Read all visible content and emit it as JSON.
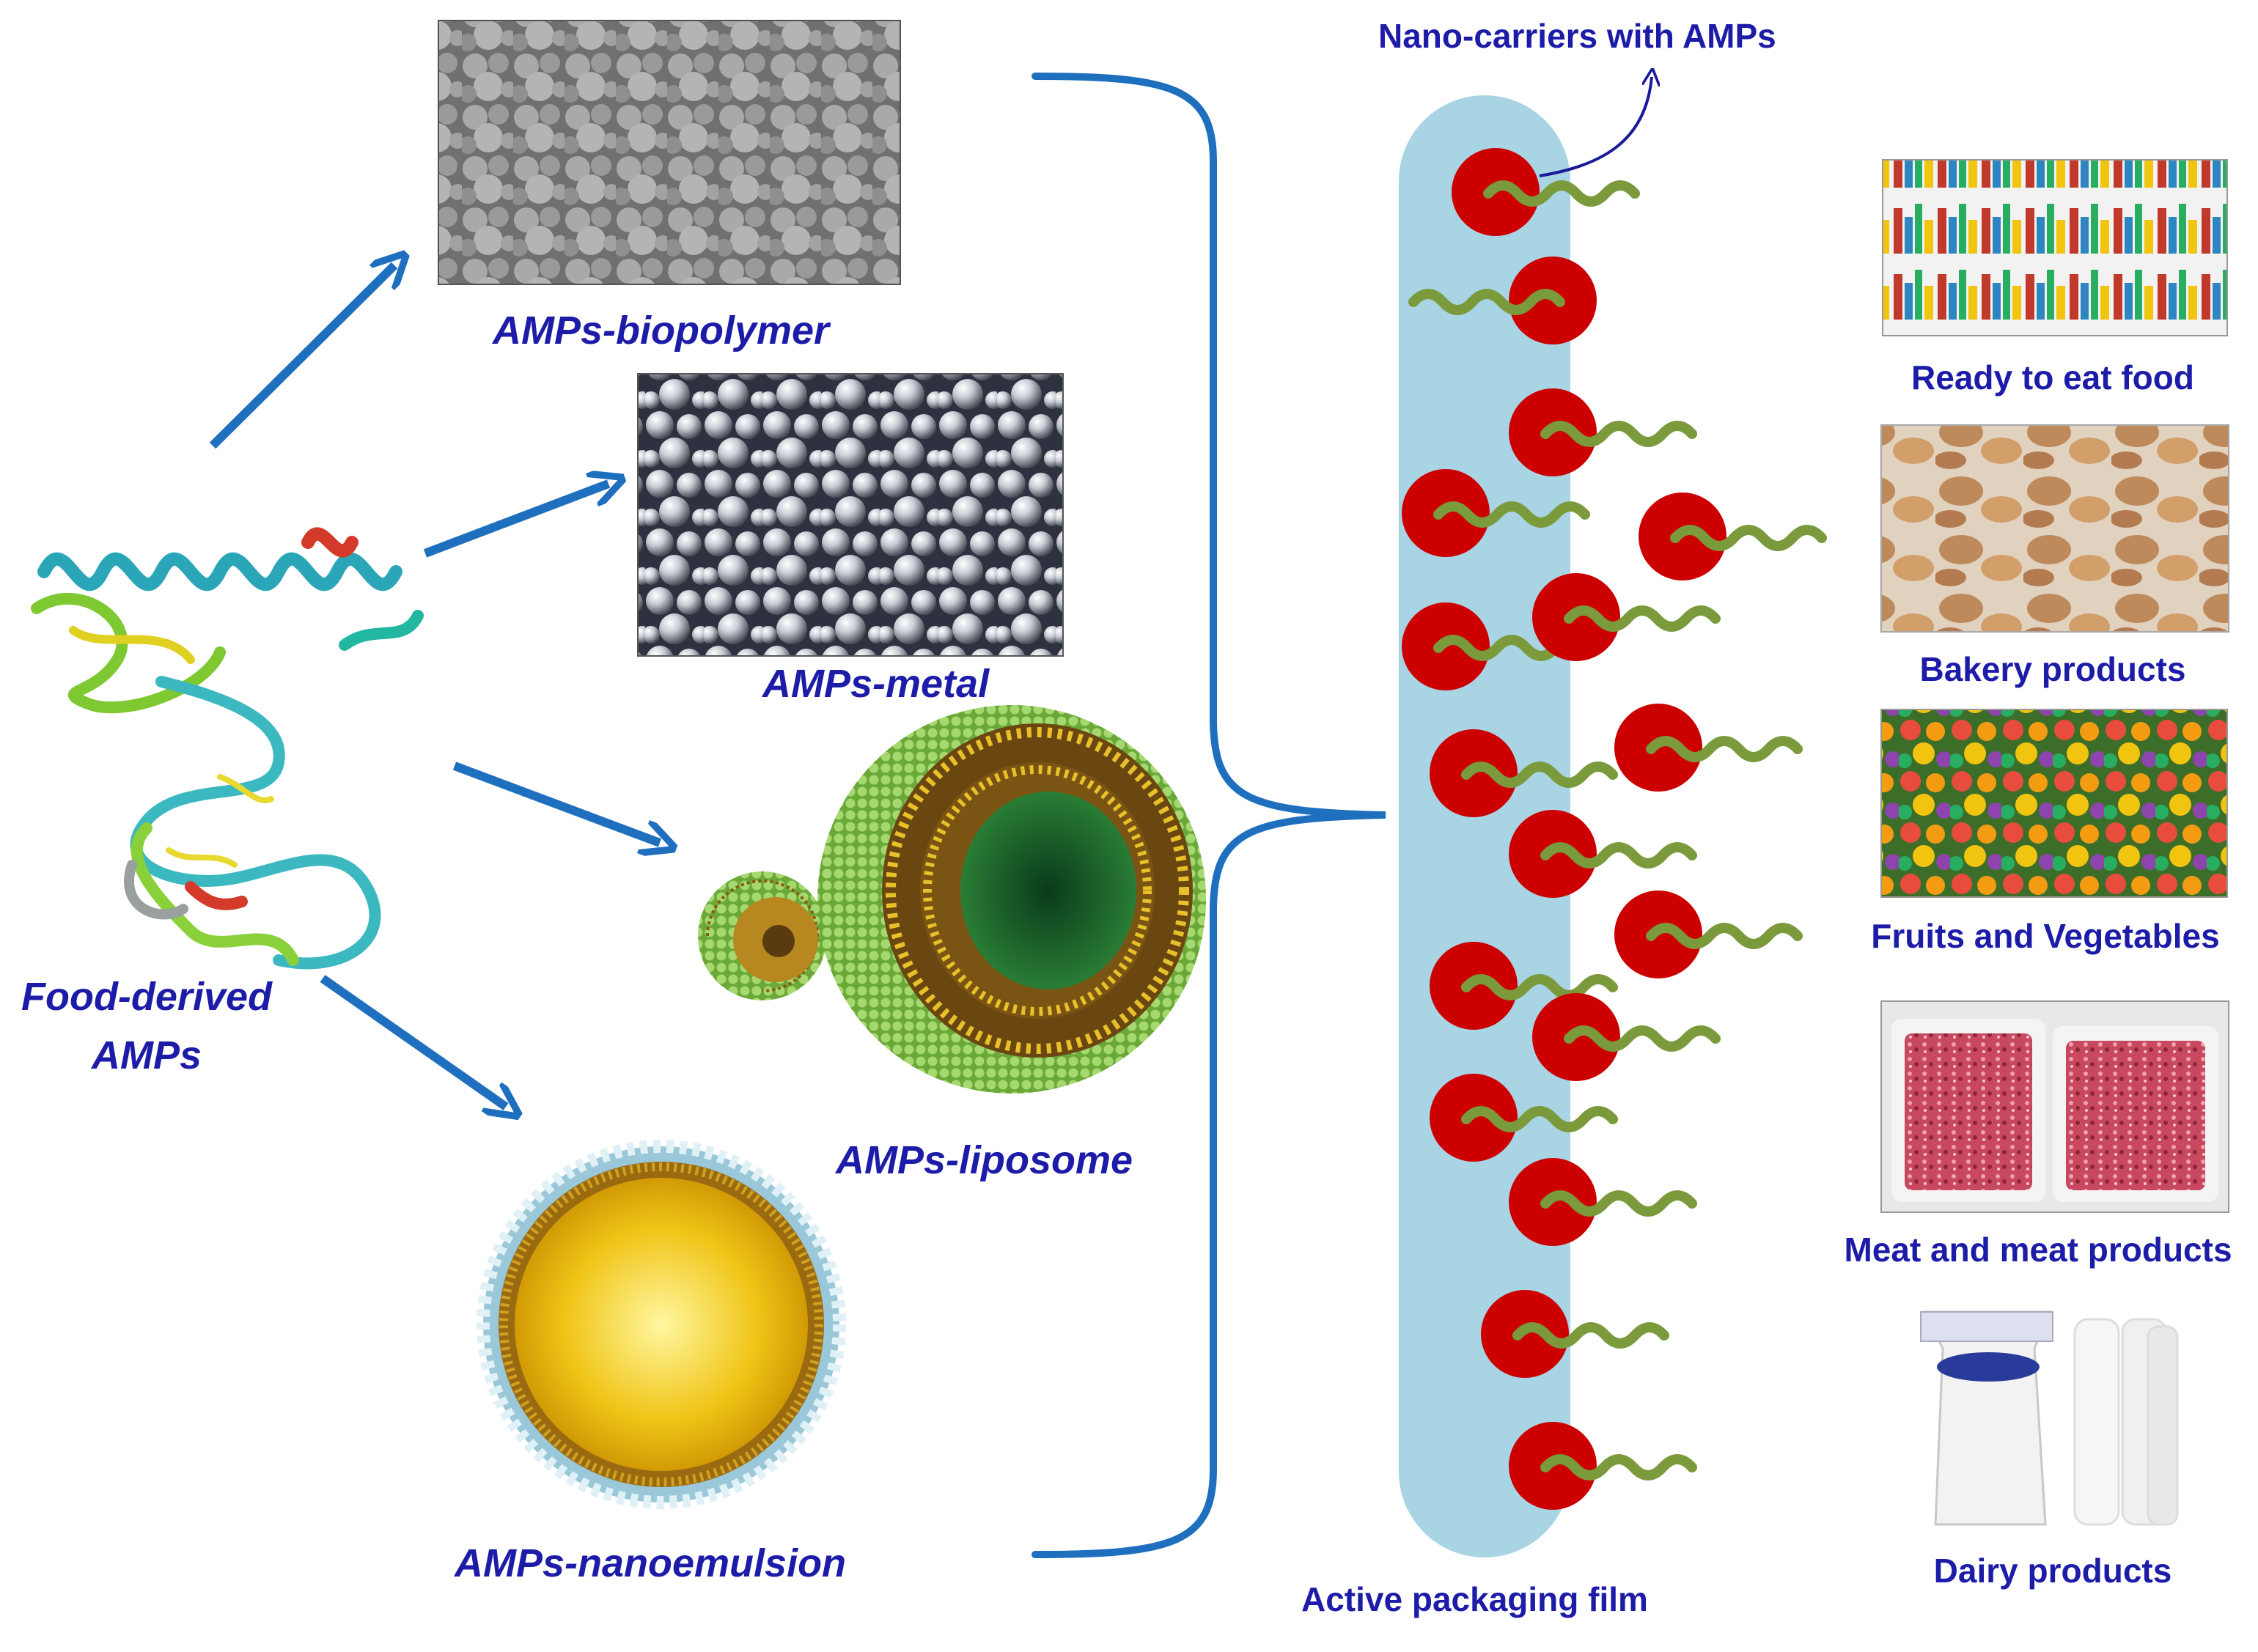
{
  "labels": {
    "source": [
      "Food-derived",
      "AMPs"
    ],
    "biopolymer": "AMPs-biopolymer",
    "metal": "AMPs-metal",
    "liposome": "AMPs-liposome",
    "nanoemulsion": "AMPs-nanoemulsion",
    "nanocarriers": "Nano-carriers with AMPs",
    "film": "Active packaging film"
  },
  "applications": [
    "Ready to eat food",
    "Bakery products",
    "Fruits and Vegetables",
    "Meat  and meat products",
    "Dairy products"
  ],
  "colors": {
    "label_text": "#1c1ca8",
    "arrow": "#1f6fbf",
    "film": "#a8d4e4",
    "carrier": "#cc0000",
    "peptide": "#7a9a3c"
  }
}
